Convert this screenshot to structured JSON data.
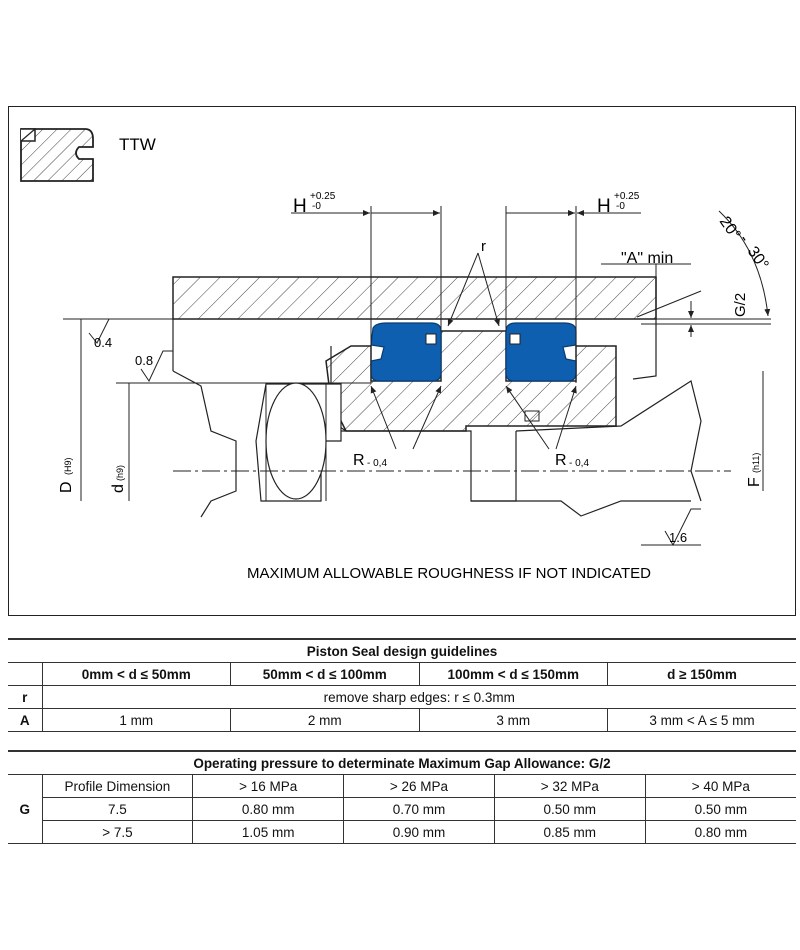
{
  "drawing": {
    "profile_name": "TTW",
    "h_label": "H",
    "h_tol_upper": "+0.25",
    "h_tol_lower": "-0",
    "r_small": "r",
    "a_min": "\"A\" min",
    "angle_20": "20°",
    "dash": "-",
    "angle_30": "30°",
    "g_half": "G/2",
    "rough_04": "0.4",
    "rough_08": "0.8",
    "rough_16": "1.6",
    "r_big": "R",
    "r_big_tol": "- 0,4",
    "d_bore": "D",
    "d_bore_tol": "(H9)",
    "d_groove": "d",
    "d_groove_tol": "(h9)",
    "f_dim": "F",
    "f_dim_tol": "(h11)",
    "note": "MAXIMUM ALLOWABLE ROUGHNESS IF NOT INDICATED",
    "seal_color": "#0e5fb0"
  },
  "table1": {
    "title": "Piston Seal design guidelines",
    "headers": [
      "0mm < d ≤ 50mm",
      "50mm < d ≤ 100mm",
      "100mm < d ≤ 150mm",
      "d ≥ 150mm"
    ],
    "r_label": "r",
    "r_value": "remove sharp edges: r  ≤ 0.3mm",
    "a_label": "A",
    "a_values": [
      "1 mm",
      "2 mm",
      "3 mm",
      "3 mm < A ≤ 5 mm"
    ]
  },
  "table2": {
    "title": "Operating pressure to determinate Maximum Gap Allowance: G/2",
    "g_label": "G",
    "header_first": "Profile Dimension",
    "headers": [
      "> 16 MPa",
      "> 26 MPa",
      "> 32 MPa",
      "> 40 MPa"
    ],
    "rows": [
      {
        "profile": "7.5",
        "values": [
          "0.80 mm",
          "0.70 mm",
          "0.50 mm",
          "0.50 mm"
        ]
      },
      {
        "profile": "> 7.5",
        "values": [
          "1.05 mm",
          "0.90 mm",
          "0.85 mm",
          "0.80 mm"
        ]
      }
    ]
  }
}
